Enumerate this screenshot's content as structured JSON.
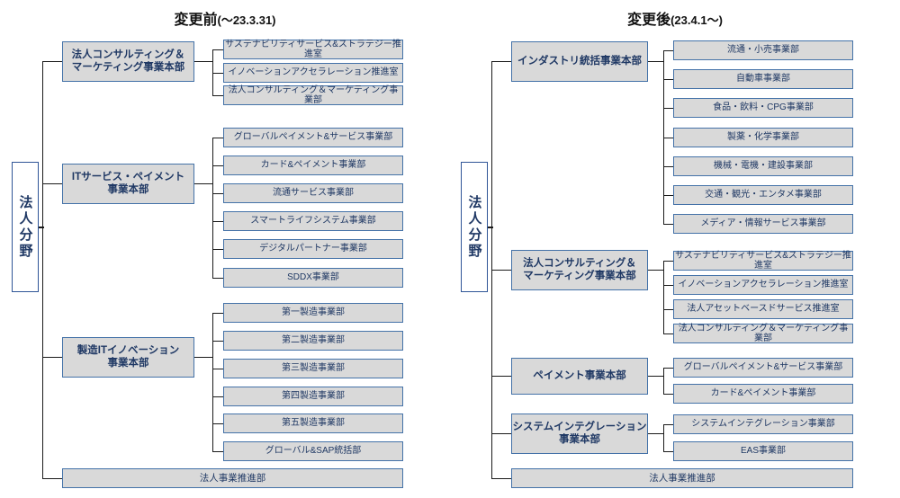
{
  "panels": [
    {
      "id": "before",
      "title_main": "変更前",
      "title_sub": "(～23.3.31)",
      "root_label": "法人分野",
      "groups": [
        {
          "parent": "法人コンサルティング＆\nマーケティング事業本部",
          "parent_line1": "法人コンサルティング＆",
          "parent_line2": "マーケティング事業本部",
          "children": [
            "サステナビリティサービス&ストラテジー推進室",
            "イノベーションアクセラレーション推進室",
            "法人コンサルティング＆マーケティング事業部"
          ]
        },
        {
          "parent": "ITサービス・ペイメント\n事業本部",
          "parent_line1": "ITサービス・ペイメント",
          "parent_line2": "事業本部",
          "children": [
            "グローバルペイメント&サービス事業部",
            "カード&ペイメント事業部",
            "流通サービス事業部",
            "スマートライフシステム事業部",
            "デジタルパートナー事業部",
            "SDDX事業部"
          ]
        },
        {
          "parent": "製造ITイノベーション\n事業本部",
          "parent_line1": "製造ITイノベーション",
          "parent_line2": "事業本部",
          "children": [
            "第一製造事業部",
            "第二製造事業部",
            "第三製造事業部",
            "第四製造事業部",
            "第五製造事業部",
            "グローバル&SAP統括部"
          ]
        }
      ],
      "bottom_bar": "法人事業推進部"
    },
    {
      "id": "after",
      "title_main": "変更後",
      "title_sub": "(23.4.1～)",
      "root_label": "法人分野",
      "groups": [
        {
          "parent": "インダストリ統括事業本部",
          "parent_line1": "インダストリ統括事業本部",
          "parent_line2": "",
          "children": [
            "流通・小売事業部",
            "自動車事業部",
            "食品・飲料・CPG事業部",
            "製薬・化学事業部",
            "機械・電機・建設事業部",
            "交通・観光・エンタメ事業部",
            "メディア・情報サービス事業部"
          ]
        },
        {
          "parent": "法人コンサルティング＆\nマーケティング事業本部",
          "parent_line1": "法人コンサルティング＆",
          "parent_line2": "マーケティング事業本部",
          "children": [
            "サステナビリティサービス&ストラテジー推進室",
            "イノベーションアクセラレーション推進室",
            "法人アセットベースドサービス推進室",
            "法人コンサルティング＆マーケティング事業部"
          ]
        },
        {
          "parent": "ペイメント事業本部",
          "parent_line1": "ペイメント事業本部",
          "parent_line2": "",
          "children": [
            "グローバルペイメント&サービス事業部",
            "カード&ペイメント事業部"
          ]
        },
        {
          "parent": "システムインテグレーション\n事業本部",
          "parent_line1": "システムインテグレーション",
          "parent_line2": "事業本部",
          "children": [
            "システムインテグレーション事業部",
            "EAS事業部"
          ]
        }
      ],
      "bottom_bar": "法人事業推進部"
    }
  ],
  "colors": {
    "box_fill": "#d9d9d9",
    "box_border": "#4472a8",
    "text": "#1f3864",
    "root_border": "#2f5597",
    "line": "#1a1a1a",
    "title": "#111111"
  }
}
